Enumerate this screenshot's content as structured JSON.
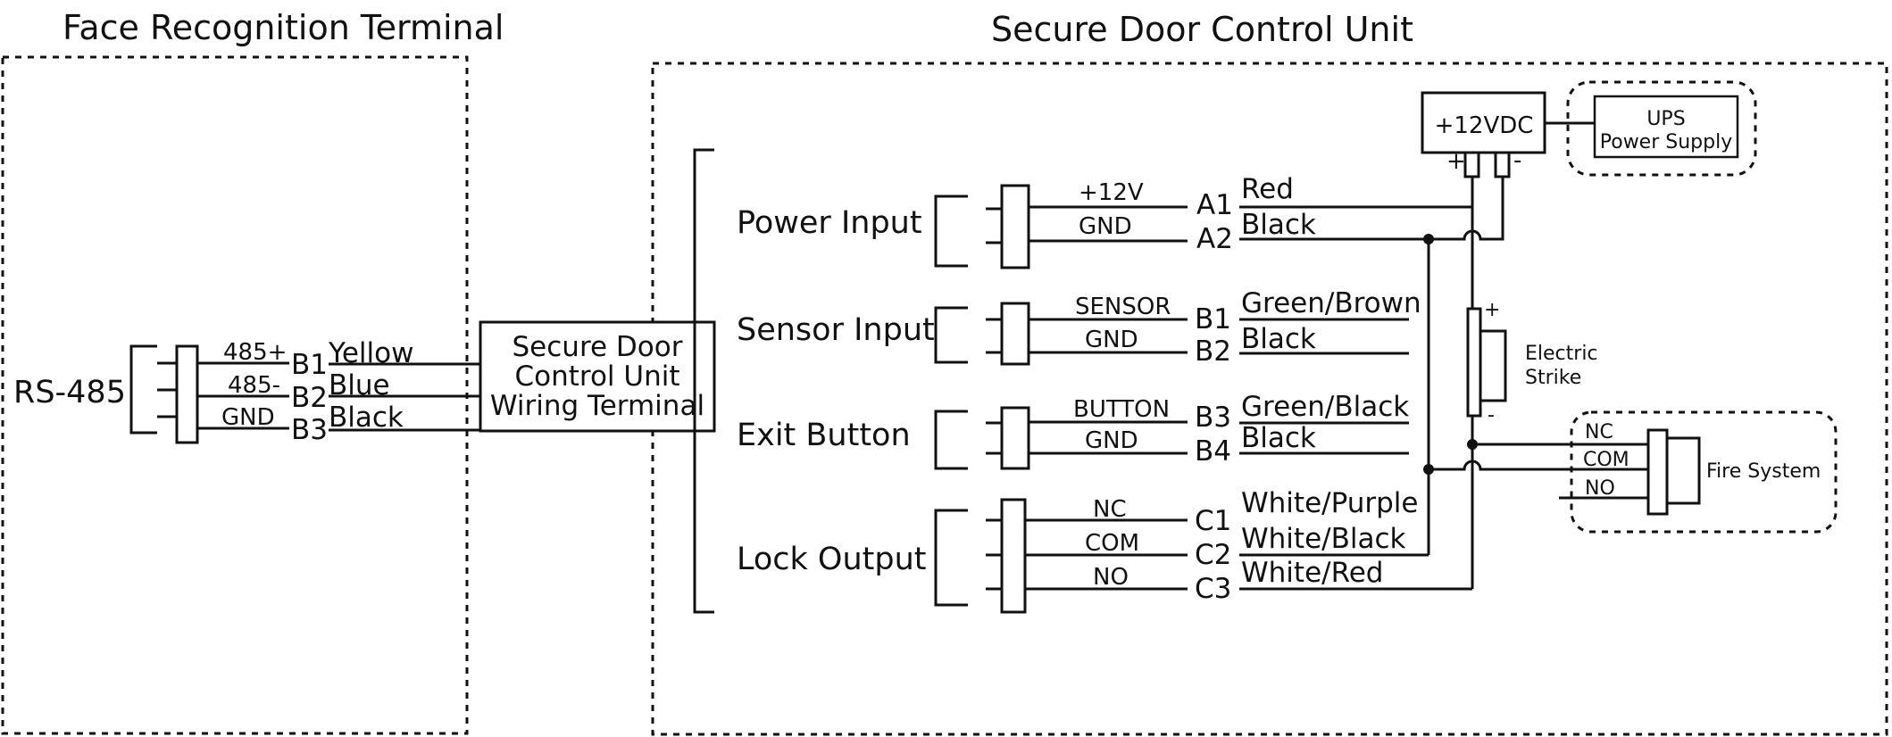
{
  "sections": {
    "terminal_title": "Face Recognition Terminal",
    "control_title": "Secure Door Control Unit"
  },
  "rs485": {
    "label": "RS-485",
    "pins": [
      {
        "signal": "485+",
        "id": "B1",
        "wire": "Yellow"
      },
      {
        "signal": "485-",
        "id": "B2",
        "wire": "Blue"
      },
      {
        "signal": "GND",
        "id": "B3",
        "wire": "Black"
      }
    ]
  },
  "wiring_terminal": {
    "lines": [
      "Secure Door",
      "Control Unit",
      "Wiring Terminal"
    ]
  },
  "groups": [
    {
      "label": "Power Input",
      "pins": [
        {
          "signal": "+12V",
          "id": "A1",
          "wire": "Red"
        },
        {
          "signal": "GND",
          "id": "A2",
          "wire": "Black"
        }
      ]
    },
    {
      "label": "Sensor Input",
      "pins": [
        {
          "signal": "SENSOR",
          "id": "B1",
          "wire": "Green/Brown"
        },
        {
          "signal": "GND",
          "id": "B2",
          "wire": "Black"
        }
      ]
    },
    {
      "label": "Exit Button",
      "pins": [
        {
          "signal": "BUTTON",
          "id": "B3",
          "wire": "Green/Black"
        },
        {
          "signal": "GND",
          "id": "B4",
          "wire": "Black"
        }
      ]
    },
    {
      "label": "Lock Output",
      "pins": [
        {
          "signal": "NC",
          "id": "C1",
          "wire": "White/Purple"
        },
        {
          "signal": "COM",
          "id": "C2",
          "wire": "White/Black"
        },
        {
          "signal": "NO",
          "id": "C3",
          "wire": "White/Red"
        }
      ]
    }
  ],
  "power_supply": {
    "label": "+12VDC",
    "plus": "+",
    "minus": "-"
  },
  "ups": {
    "lines": [
      "UPS",
      "Power Supply"
    ]
  },
  "electric_strike": {
    "lines": [
      "Electric",
      "Strike"
    ],
    "plus": "+",
    "minus": "-"
  },
  "fire_system": {
    "label": "Fire System",
    "pins": [
      "NC",
      "COM",
      "NO"
    ]
  }
}
